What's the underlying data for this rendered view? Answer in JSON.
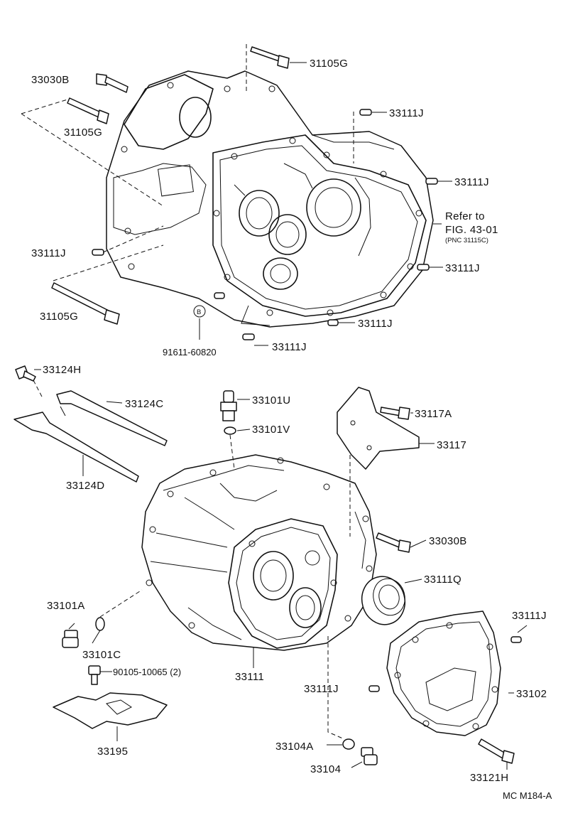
{
  "diagram": {
    "code": "MC  M184-A",
    "reference": {
      "line1": "Refer to",
      "line2": "FIG. 43-01",
      "line3": "(PNC 31115C)"
    },
    "circled_symbol": "B",
    "labels": {
      "l_31105G_top": "31105G",
      "l_33030B_top": "33030B",
      "l_31105G_left": "31105G",
      "l_33111J_a": "33111J",
      "l_33111J_b": "33111J",
      "l_33111J_c": "33111J",
      "l_33111J_d": "33111J",
      "l_33111J_e": "33111J",
      "l_33111J_f": "33111J",
      "l_31105G_bottom": "31105G",
      "l_91611": "91611-60820",
      "l_33124H": "33124H",
      "l_33124C": "33124C",
      "l_33124D": "33124D",
      "l_33101U": "33101U",
      "l_33101V": "33101V",
      "l_33117A": "33117A",
      "l_33117": "33117",
      "l_33030B_mid": "33030B",
      "l_33111Q": "33111Q",
      "l_33101A": "33101A",
      "l_33101C": "33101C",
      "l_90105": "90105-10065 (2)",
      "l_33111": "33111",
      "l_33111J_g": "33111J",
      "l_33111J_h": "33111J",
      "l_33102": "33102",
      "l_33195": "33195",
      "l_33104A": "33104A",
      "l_33104": "33104",
      "l_33121H": "33121H"
    }
  }
}
